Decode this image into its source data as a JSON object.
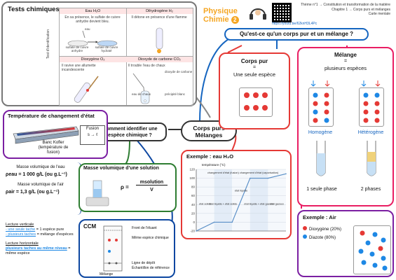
{
  "header": {
    "brand_line1": "Physique",
    "brand_line2": "Chimie",
    "brand_number": "2",
    "theme": "Thème n°1 → Constitution et transformation de la matière",
    "chapter": "Chapitre 1 → Corps purs et mélanges",
    "map_type": "Carte mentale",
    "url": "https://youtu.be/62knH3L4Pc"
  },
  "center": {
    "title": "Corps purs\nMélanges"
  },
  "question_main": "Qu'est-ce qu'un corps pur et un mélange ?",
  "question_identify": "Comment identifier une espèce chimique ?",
  "tests": {
    "title": "Tests chimiques",
    "side_label": "Test d'identification",
    "eau": {
      "header": "Eau H₂O",
      "text": "En sa présence, le sulfate de cuivre anhydre devient bleu.",
      "label_eau": "eau",
      "label_left": "sulfate de cuivre anhydre",
      "label_right": "sulfate de cuivre hydraté"
    },
    "h2": {
      "header": "Dihydrogène H₂",
      "text": "Il détone en présence d'une flamme"
    },
    "o2": {
      "header": "Dioxygène O₂",
      "text": "Il ravive une allumette incandescente"
    },
    "co2": {
      "header": "Dioxyde de carbone CO₂",
      "text": "Il trouble l'eau de chaux",
      "label_gas": "dioxyde de carbone",
      "label_eau": "eau de chaux",
      "label_precipite": "précipité blanc"
    }
  },
  "temperature": {
    "title": "Température de changement d'état",
    "device": "Banc Kofler",
    "device_sub": "(température de fusion)",
    "fusion_label": "Fusion",
    "fusion_arrow": "s → ℓ"
  },
  "masse_volumique": {
    "title": "Masse volumique d'une solution",
    "eau_label": "Masse volumique de l'eau",
    "eau_value": "ρeau = 1 000 g/L (ou g.L⁻¹)",
    "air_label": "Masse volumique de l'air",
    "air_value": "ρair = 1,3 g/L (ou g.L⁻¹)",
    "formula_rho": "ρ =",
    "formula_num": "msolution",
    "formula_den": "V"
  },
  "ccm": {
    "title": "CCM",
    "front": "Front de l'éluant",
    "same_species": "Même espèce chimique",
    "depot": "Ligne de dépôt",
    "echantillon": "Échantillon de référence",
    "melange": "Mélange"
  },
  "reading": {
    "vertical_title": "Lecture verticale",
    "vertical_1a": "- une seule tache",
    "vertical_1b": " = 1 espèce pure",
    "vertical_2a": "- plusieurs taches",
    "vertical_2b": " = mélange d'espèces",
    "horizontal_title": "Lecture horizontale",
    "horizontal_a": "plusieurs taches au même niveau",
    "horizontal_b": " = même espèce"
  },
  "corps_pur": {
    "title": "Corps pur",
    "eq": "=",
    "def": "Une seule espèce"
  },
  "melange": {
    "title": "Mélange",
    "eq": "=",
    "def": "plusieurs espèces",
    "homogene": "Homogène",
    "heterogene": "Hétérogène",
    "phase1": "1 seule phase",
    "phase2": "2 phases"
  },
  "eau_example": {
    "title": "Exemple : eau H₂O",
    "ylabel": "température (°C)",
    "zones": [
      "état solide",
      "état liquide + état solide",
      "état liquide",
      "état liquide + état gazeux",
      "état gazeux"
    ],
    "change1": "changement d'état (fusion)",
    "change2": "changement d'état (vaporisation)"
  },
  "air_example": {
    "title": "Exemple : Air",
    "legend1": "Dioxygène (20%)",
    "legend2": "Diazote (80%)"
  },
  "chart_data": {
    "type": "line",
    "title": "",
    "ylabel": "température (°C)",
    "xlabel": "",
    "ylim": [
      -20,
      120
    ],
    "yticks": [
      -20,
      0,
      20,
      40,
      60,
      80,
      100,
      120
    ],
    "series": [
      {
        "values": [
          [
            0,
            -20
          ],
          [
            1,
            0
          ],
          [
            2,
            0
          ],
          [
            3,
            100
          ],
          [
            4,
            100
          ],
          [
            5,
            110
          ]
        ]
      }
    ]
  },
  "colors": {
    "red": "#e53935",
    "blue": "#1e88e5",
    "pink": "#e91e63",
    "purple": "#7b1fa2",
    "green": "#2e7d32",
    "darkblue": "#0d47a1",
    "orange": "#f5a623"
  }
}
